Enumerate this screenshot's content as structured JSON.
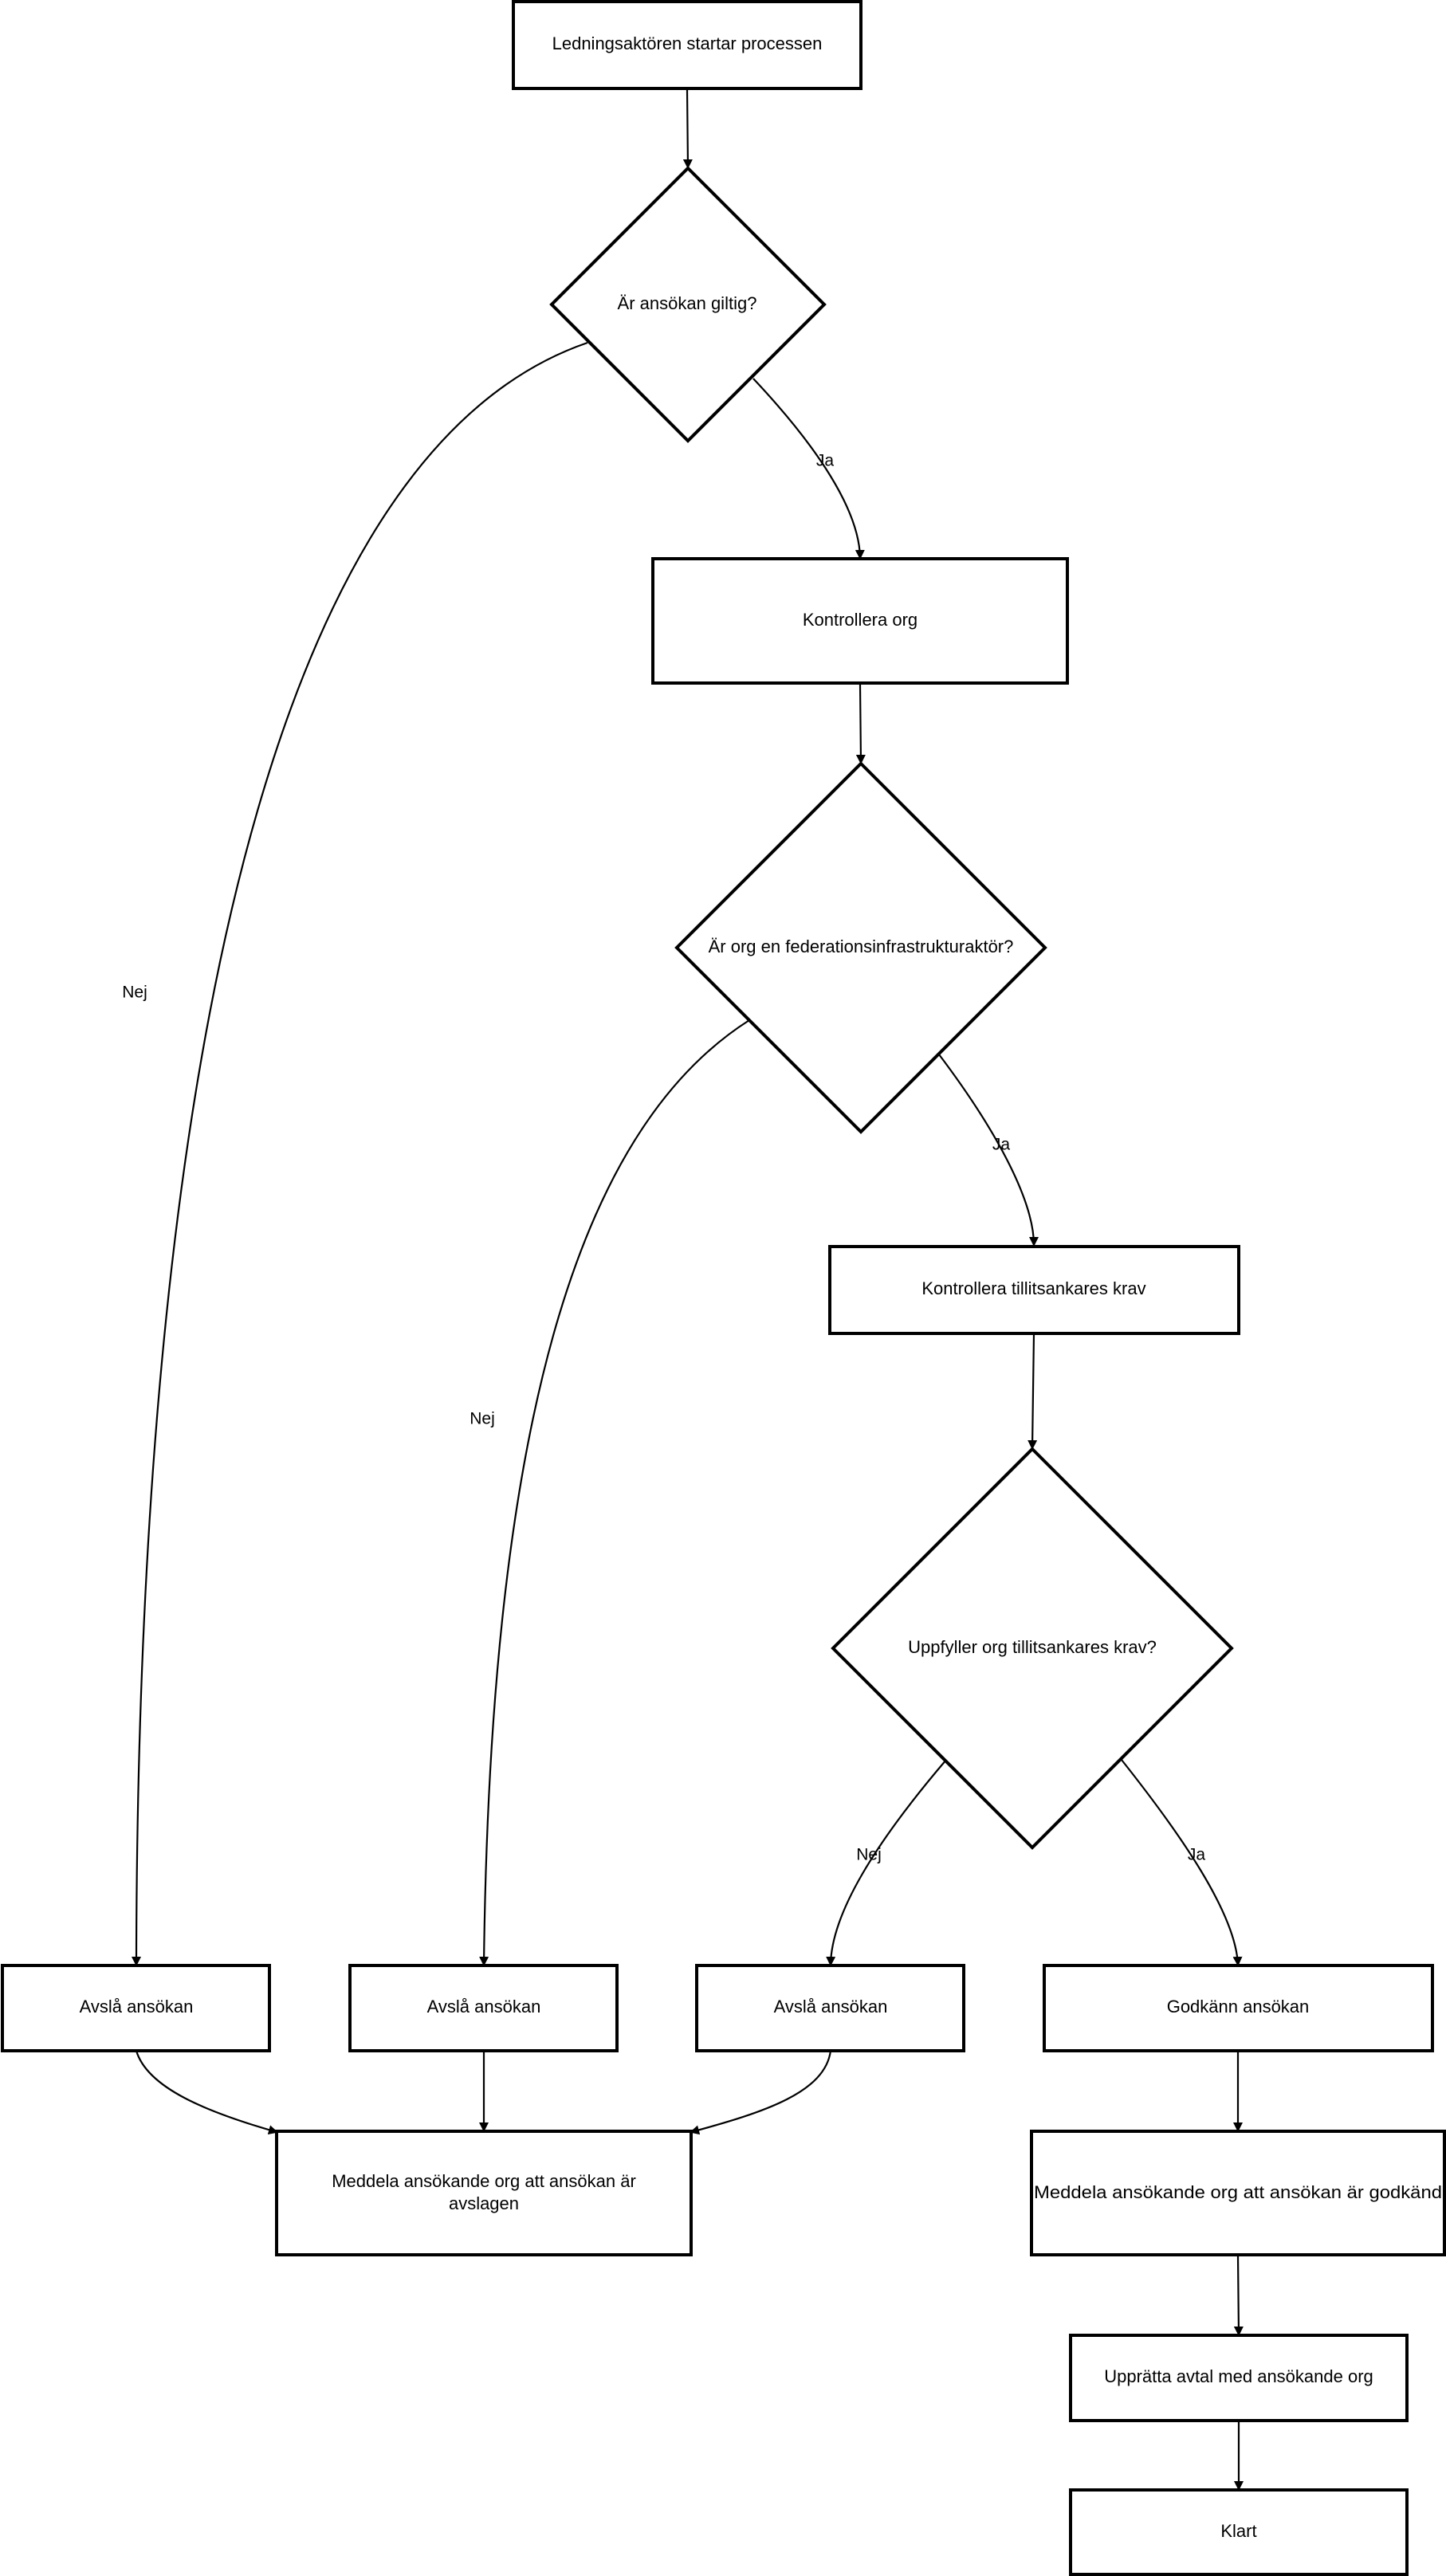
{
  "nodes": {
    "start": "Ledningsaktören startar processen",
    "d1": "Är ansökan giltig?",
    "check_org": "Kontrollera org",
    "d2": "Är org en federationsinfrastrukturaktör?",
    "check_anchor": "Kontrollera tillitsankares krav",
    "d3": "Uppfyller org tillitsankares krav?",
    "reject1": "Avslå ansökan",
    "reject2": "Avslå ansökan",
    "reject3": "Avslå ansökan",
    "approve": "Godkänn ansökan",
    "notify_reject_l1": "Meddela ansökande org att ansökan är",
    "notify_reject_l2": "avslagen",
    "notify_approve": "Meddela ansökande org att ansökan är godkänd",
    "agreement": "Upprätta avtal med ansökande org",
    "done": "Klart"
  },
  "edge_labels": {
    "d1_yes": "Ja",
    "d1_no": "Nej",
    "d2_yes": "Ja",
    "d2_no": "Nej",
    "d3_yes": "Ja",
    "d3_no": "Nej"
  }
}
